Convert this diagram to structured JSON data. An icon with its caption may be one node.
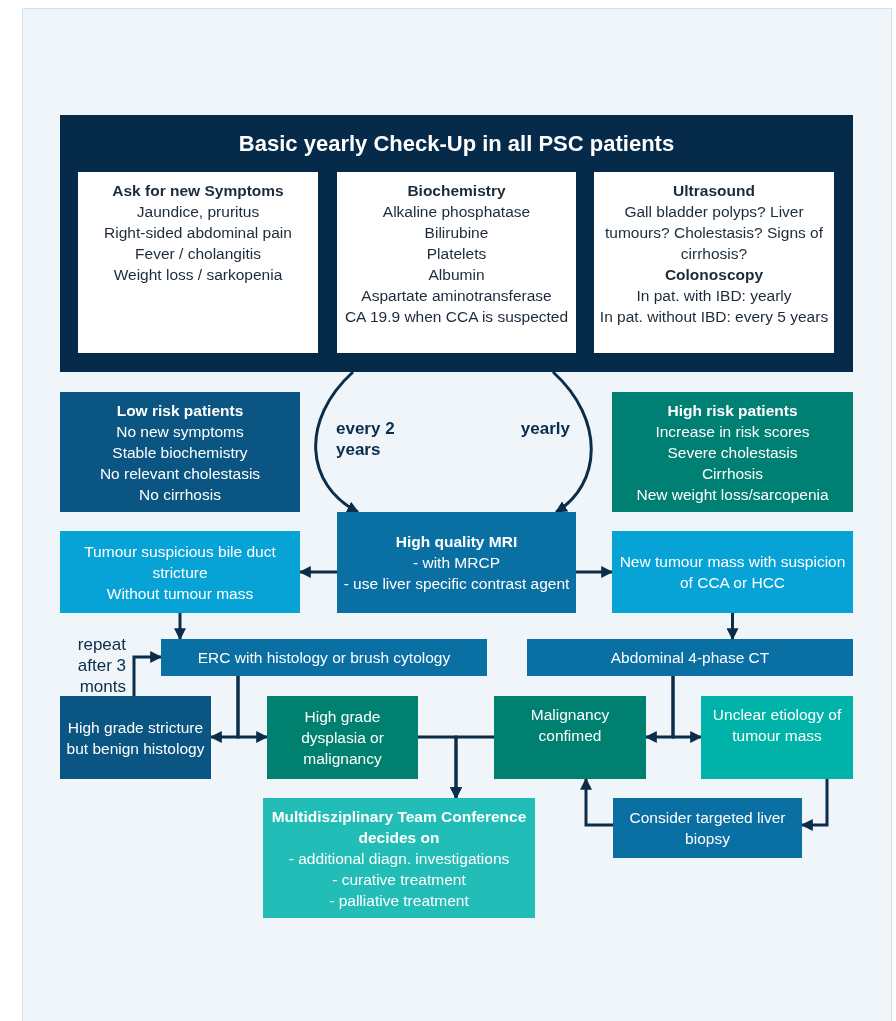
{
  "diagram": {
    "nodes": [
      {
        "text": [
          "Basic yearly Check-Up in all PSC patients"
        ]
      },
      {
        "text": [
          "Ask for new Symptoms",
          "Jaundice, pruritus",
          "Right-sided abdominal pain",
          "Fever / cholangitis",
          "Weight loss / sarkopenia"
        ],
        "in": 0
      },
      {
        "text": [
          "Biochemistry",
          "Alkaline phosphatase",
          "Bilirubine",
          "Platelets",
          "Albumin",
          "Aspartate aminotransferase",
          "CA 19.9 when CCA is suspected"
        ],
        "in": 0
      },
      {
        "text": [
          "Ultrasound",
          "Gall bladder polyps? Liver tumours? Cholestasis? Signs of cirrhosis?",
          "Colonoscopy",
          "In pat. with IBD: yearly",
          "In pat. without IBD: every 5 years"
        ],
        "in": 0
      },
      {
        "text": [
          "Low risk patients",
          "No new symptoms",
          "Stable biochemistry",
          "No relevant cholestasis",
          "No cirrhosis"
        ]
      },
      {
        "text": [
          "High risk patients",
          "Increase in risk scores",
          "Severe cholestasis",
          "Cirrhosis",
          "New weight loss/sarcopenia"
        ]
      },
      {
        "text": [
          "High quality MRI",
          "- with MRCP",
          "- use liver specific contrast agent"
        ]
      },
      {
        "text": [
          "Tumour suspicious bile duct stricture",
          "Without tumour mass"
        ]
      },
      {
        "text": [
          "New tumour mass with suspicion of CCA or HCC"
        ]
      },
      {
        "text": [
          "ERC with histology or brush cytology"
        ]
      },
      {
        "text": [
          "Abdominal 4-phase CT"
        ]
      },
      {
        "text": [
          "High grade stricture but benign histology"
        ]
      },
      {
        "text": [
          "High grade dysplasia or malignancy"
        ]
      },
      {
        "text": [
          "Malignancy confimed"
        ]
      },
      {
        "text": [
          "Unclear etiology of tumour mass"
        ]
      },
      {
        "text": [
          "Multidisziplinary Team Conference decides on",
          "- additional diagn. investigations",
          "- curative treatment",
          "- palliative treatment"
        ]
      },
      {
        "text": [
          "Consider targeted liver biopsy"
        ]
      }
    ],
    "edges": [
      {
        "from": 0,
        "to": 6,
        "arrow": "to",
        "label": "every 2 years"
      },
      {
        "from": 0,
        "to": 6,
        "arrow": "to",
        "label": "yearly"
      },
      {
        "from": 6,
        "to": 7,
        "arrow": "to"
      },
      {
        "from": 6,
        "to": 8,
        "arrow": "to"
      },
      {
        "from": 7,
        "to": 9,
        "arrow": "to"
      },
      {
        "from": 8,
        "to": 10,
        "arrow": "to"
      },
      {
        "from": 11,
        "to": 9,
        "arrow": "to",
        "label": "repeat after 3 monts"
      },
      {
        "from": 9,
        "to": 11,
        "arrow": "to"
      },
      {
        "from": 9,
        "to": 12,
        "arrow": "to"
      },
      {
        "from": 10,
        "to": 13,
        "arrow": "to"
      },
      {
        "from": 10,
        "to": 14,
        "arrow": "to"
      },
      {
        "from": 12,
        "to": 15,
        "arrow": "to"
      },
      {
        "from": 13,
        "to": 15,
        "arrow": "to"
      },
      {
        "from": 14,
        "to": 16,
        "arrow": "to"
      },
      {
        "from": 16,
        "to": 13,
        "arrow": "to"
      }
    ]
  }
}
